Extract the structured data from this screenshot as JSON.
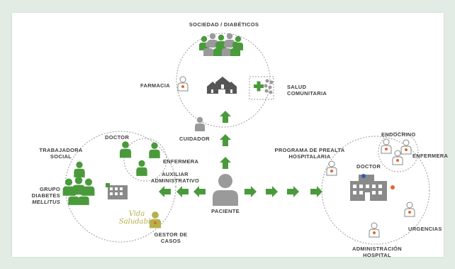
{
  "colors": {
    "green": "#4a9a3c",
    "green_dark": "#3a7d2f",
    "gray": "#8a8a8a",
    "gray_dark": "#555555",
    "orange": "#e06a2a",
    "blue": "#2a5fb0",
    "background": "#e3ece4",
    "panel": "#ffffff"
  },
  "top_group": {
    "society_label": "SOCIEDAD / DIABÉTICOS",
    "pharmacy_label": "FARMACIA",
    "community_health_label": "SALUD COMUNITARIA",
    "caregiver_label": "CUIDADOR"
  },
  "center": {
    "patient_label": "PACIENTE"
  },
  "left_group": {
    "doctor_label": "DOCTOR",
    "social_worker_label": "TRABAJADORA SOCIAL",
    "nurse_label": "ENFERMERA",
    "admin_assistant_label": "AUXILIAR ADMINISTRATIVO",
    "diabetes_group_label_1": "GRUPO DIABETES",
    "diabetes_group_label_2": "MELLITUS",
    "case_manager_label": "GESTOR DE CASOS",
    "signature_logo_text": "Vida Saludable"
  },
  "right_group": {
    "prealta_label": "PROGRAMA DE PREALTA HOSPITALARIA",
    "endocrine_label": "ENDOCRINO",
    "nurse_label": "ENFERMERA",
    "doctor_label": "DOCTOR",
    "emergency_label": "URGENCIAS",
    "hospital_admin_label": "ADMINISTRACIÓN HOSPITAL"
  },
  "icons": {
    "patient": "person-icon",
    "building": "building-icon",
    "hospital": "hospital-icon",
    "houses": "houses-icon",
    "cross": "cross-icon",
    "arrow": "arrow-icon"
  }
}
